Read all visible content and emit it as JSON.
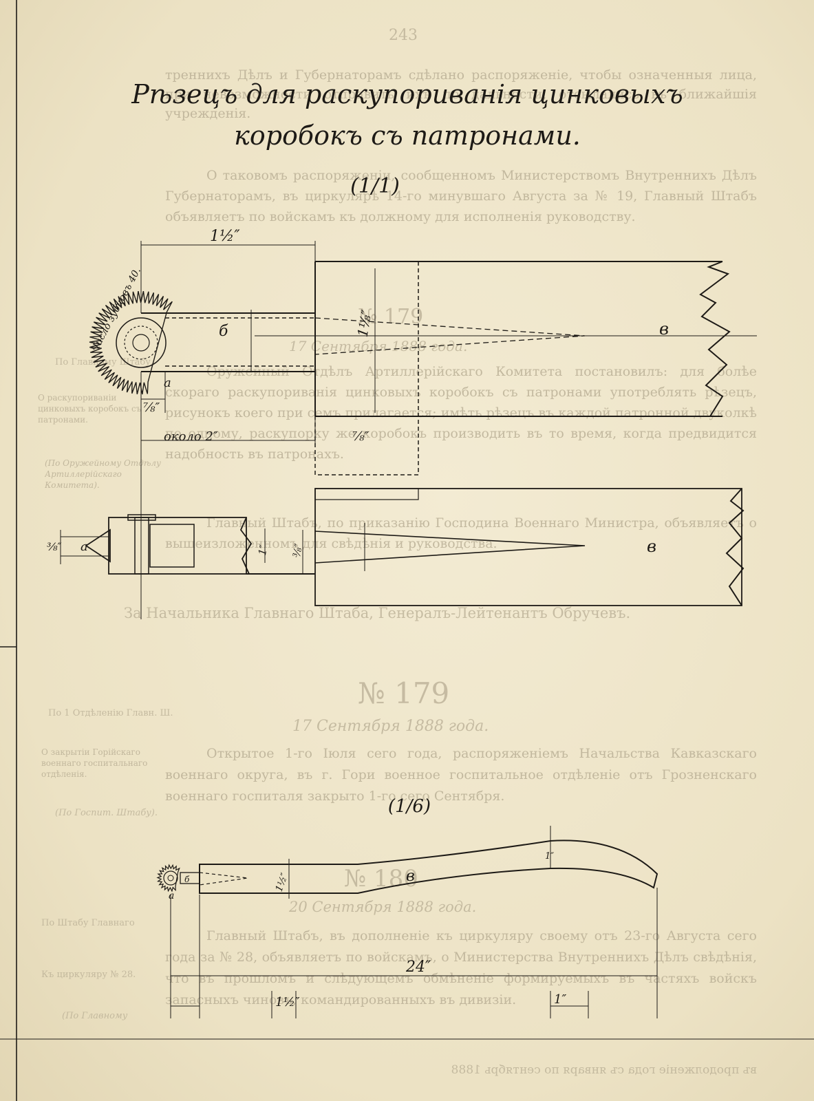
{
  "drawing": {
    "title_line1": "Рѣзецъ для раскупориванія цинковыхъ",
    "title_line2": "коробокъ съ патронами.",
    "scale_full": "(1/1)",
    "scale_sixth": "(1/6)",
    "teeth_note": "Число зубцовъ 40.",
    "labels": {
      "a": "а",
      "b": "б",
      "v": "в"
    },
    "dims": {
      "one_half_top": "1½″",
      "one_eighth_blade": "1⅛″",
      "seven_eighths_left": "⅞″",
      "about_two": "около 2″",
      "seven_eighths_mid": "⅞″",
      "three_eighths": "⅜″",
      "three_eighths_b": "⅜″",
      "one_inch": "1″",
      "one_half_small": "1½″",
      "one_inch_small": "1″",
      "twenty_four": "24″",
      "one_half_bottom": "1½″",
      "one_inch_bottom": "1″"
    }
  },
  "background_text": {
    "page_number": "243",
    "order_179a": "№ 179",
    "order_179": "№ 179",
    "date_179": "17 Сентября 1888 года.",
    "order_180": "№ 180",
    "date_180": "20 Сентября 1888 года.",
    "signature": "За Начальника Главнаго Штаба, Генералъ-Лейтенантъ Обручевъ.",
    "para1": "треннихъ Дѣлъ и Губернаторамъ сдѣлано распоряженіе, чтобы означенныя лица, при невозможности отправить ихъ по дальности, отсылались въ ближайшія учрежденія.",
    "para2": "О таковомъ распоряженіи, сообщенномъ Министерствомъ Внутреннихъ Дѣлъ Губернаторамъ, въ циркулярѣ 14-го минувшаго Августа за № 19, Главный Штабъ объявляетъ по войскамъ къ должному для исполненія руководству.",
    "para3": "Оружейный Отдѣлъ Артиллерійскаго Комитета постановилъ: для болѣе скораго раскупориванія цинковыхъ коробокъ съ патронами употреблять рѣзецъ, рисунокъ коего при семъ прилагается; имѣть рѣзецъ въ каждой патронной двуколкѣ по одному, раскупорку же коробокъ производить въ то время, когда предвидится надобность въ патронахъ.",
    "para4": "Главный Штабъ, по приказанію Господина Военнаго Министра, объявляетъ о вышеизложенномъ для свѣдѣнія и руководства.",
    "para5": "Открытое 1-го Іюля сего года, распоряженіемъ Начальства Кавказскаго военнаго округа, въ г. Гори военное госпитальное отдѣленіе отъ Грозненскаго военнаго госпиталя закрыто 1-го сего Сентября.",
    "para6": "Главный Штабъ, въ дополненіе къ циркуляру своему отъ 23-го Августа сего года за № 28, объявляетъ по войскамъ, о Министерства Внутреннихъ Дѣлъ свѣдѣнія, что въ прошломъ и слѣдующемъ обмѣненіе формируемыхъ въ частяхъ войскъ запасныхъ чиновъ, командированныхъ въ дивизіи.",
    "margin_notes": [
      "По Главному Штабу.",
      "О раскупориваніи цинковыхъ коробокъ съ патронами.",
      "(По Оружейному Отдѣлу Артиллерійскаго Комитета).",
      "По 1 Отдѣленію Главн. Ш.",
      "О закрытіи Горійскаго военнаго госпитальнаго отдѣленія.",
      "(По Госпит. Штабу).",
      "По Штабу Главнаго",
      "Къ циркуляру № 28.",
      "(По Главному"
    ],
    "bottom_mirror": "въ продолженіе года съ января по сентябрь 1888"
  }
}
